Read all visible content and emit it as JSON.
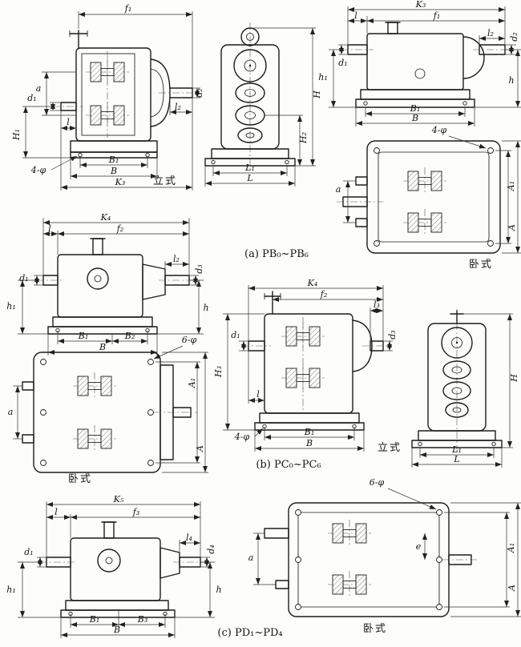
{
  "figure": {
    "caption_a": "(a) PB₀~PB₆",
    "caption_b": "(b) PC₀~PC₆",
    "caption_c": "(c) PD₁~PD₄",
    "label_vertical": "立式",
    "label_horizontal": "卧式"
  },
  "dim": {
    "f1": "f₁",
    "f2": "f₂",
    "f3": "f₃",
    "K3": "K₃",
    "K4": "K₄",
    "K5": "K₅",
    "l": "l",
    "l2": "l₂",
    "l3": "l₃",
    "l4": "l₄",
    "d1": "d₁",
    "d2": "d₂",
    "d3": "d₃",
    "d4": "d₄",
    "a": "a",
    "e": "e",
    "H": "H",
    "H1": "H₁",
    "H2": "H₂",
    "H3": "H₃",
    "h": "h",
    "h1": "h₁",
    "B": "B",
    "B1": "B₁",
    "B2": "B₂",
    "B3": "B₃",
    "L": "L",
    "L1": "L₁",
    "A": "A",
    "A1": "A₁",
    "bolt4": "4-φ",
    "bolt6": "6-φ"
  }
}
